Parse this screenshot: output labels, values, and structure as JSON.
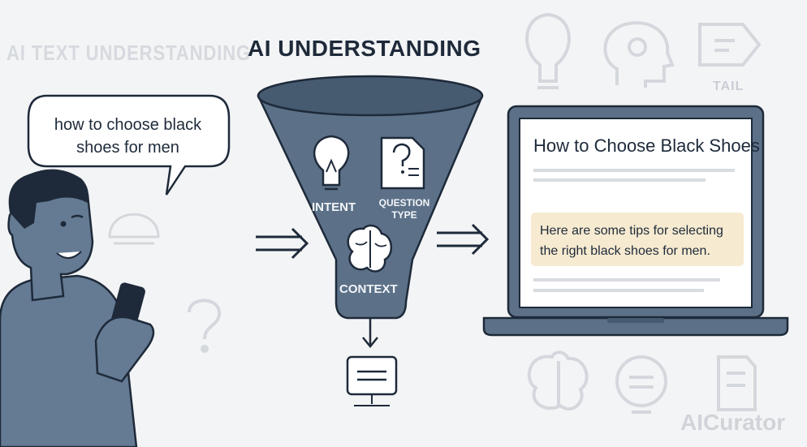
{
  "header": {
    "faded_title": "AI TEXT UNDERSTANDING",
    "title": "AI UNDERSTANDING"
  },
  "query": {
    "text": "how to choose black shoes for men"
  },
  "funnel": {
    "labels": {
      "intent": "INTENT",
      "question_type": "QUESTION TYPE",
      "context": "CONTEXT"
    }
  },
  "background_icons": {
    "tail_label": "TAIL"
  },
  "result_page": {
    "heading": "How to Choose Black Shoes",
    "tips": "Here are some tips for selecting the right black shoes for men."
  },
  "watermark": "AICurator",
  "colors": {
    "dark": "#1e2a3a",
    "funnel": "#5c7188",
    "skin": "#647b93",
    "highlight": "#f6ead0",
    "faint": "#d4d8dd"
  }
}
